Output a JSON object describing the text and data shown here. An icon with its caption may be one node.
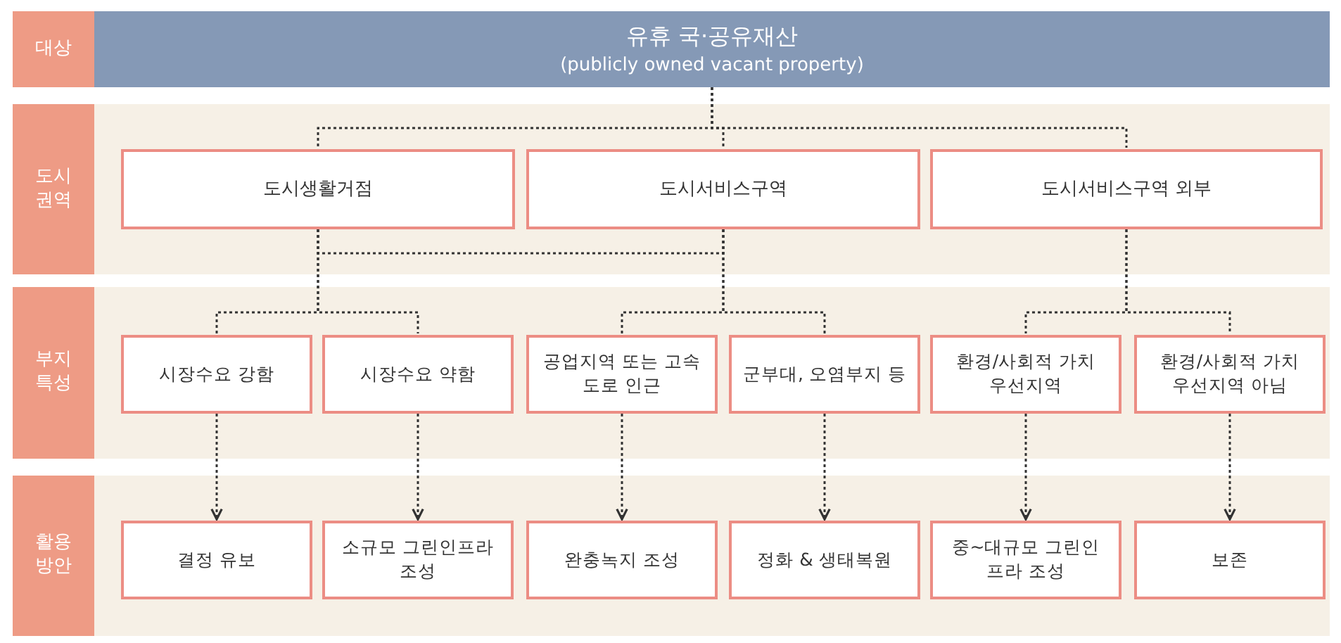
{
  "diagram": {
    "nodes": [
      {
        "text": [
          "대상"
        ]
      },
      {
        "text": [
          "유휴 국·공유재산",
          "(publicly owned vacant property)"
        ]
      },
      {
        "text": [
          "도시 권역"
        ]
      },
      {
        "text": [
          "도시생활거점"
        ]
      },
      {
        "text": [
          "도시서비스구역"
        ]
      },
      {
        "text": [
          "도시서비스구역 외부"
        ]
      },
      {
        "text": [
          "부지 특성"
        ]
      },
      {
        "text": [
          "시장수요 강함"
        ]
      },
      {
        "text": [
          "시장수요 약함"
        ]
      },
      {
        "text": [
          "공업지역 또는 고속도로 인근"
        ]
      },
      {
        "text": [
          "군부대, 오염부지 등"
        ]
      },
      {
        "text": [
          "환경/사회적 가치 우선지역"
        ]
      },
      {
        "text": [
          "환경/사회적 가치 우선지역 아님"
        ]
      },
      {
        "text": [
          "활용 방안"
        ]
      },
      {
        "text": [
          "결정 유보"
        ]
      },
      {
        "text": [
          "소규모 그린인프라 조성"
        ]
      },
      {
        "text": [
          "완충녹지 조성"
        ]
      },
      {
        "text": [
          "정화 & 생태복원"
        ]
      },
      {
        "text": [
          "중~대규모 그린인프라 조성"
        ]
      },
      {
        "text": [
          "보존"
        ]
      }
    ],
    "edges": [
      {
        "from": 1,
        "to": 3,
        "arrow": "none",
        "style": "dashed"
      },
      {
        "from": 1,
        "to": 4,
        "arrow": "none",
        "style": "dashed"
      },
      {
        "from": 1,
        "to": 5,
        "arrow": "none",
        "style": "dashed"
      },
      {
        "from": 3,
        "to": 4,
        "arrow": "none",
        "style": "dashed"
      },
      {
        "from": 3,
        "to": 7,
        "arrow": "none",
        "style": "dashed"
      },
      {
        "from": 3,
        "to": 8,
        "arrow": "none",
        "style": "dashed"
      },
      {
        "from": 4,
        "to": 9,
        "arrow": "none",
        "style": "dashed"
      },
      {
        "from": 4,
        "to": 10,
        "arrow": "none",
        "style": "dashed"
      },
      {
        "from": 5,
        "to": 11,
        "arrow": "none",
        "style": "dashed"
      },
      {
        "from": 5,
        "to": 12,
        "arrow": "none",
        "style": "dashed"
      },
      {
        "from": 7,
        "to": 14,
        "arrow": "to",
        "style": "dashed"
      },
      {
        "from": 8,
        "to": 15,
        "arrow": "to",
        "style": "dashed"
      },
      {
        "from": 9,
        "to": 16,
        "arrow": "to",
        "style": "dashed"
      },
      {
        "from": 10,
        "to": 17,
        "arrow": "to",
        "style": "dashed"
      },
      {
        "from": 11,
        "to": 18,
        "arrow": "to",
        "style": "dashed"
      },
      {
        "from": 12,
        "to": 19,
        "arrow": "to",
        "style": "dashed"
      }
    ]
  }
}
